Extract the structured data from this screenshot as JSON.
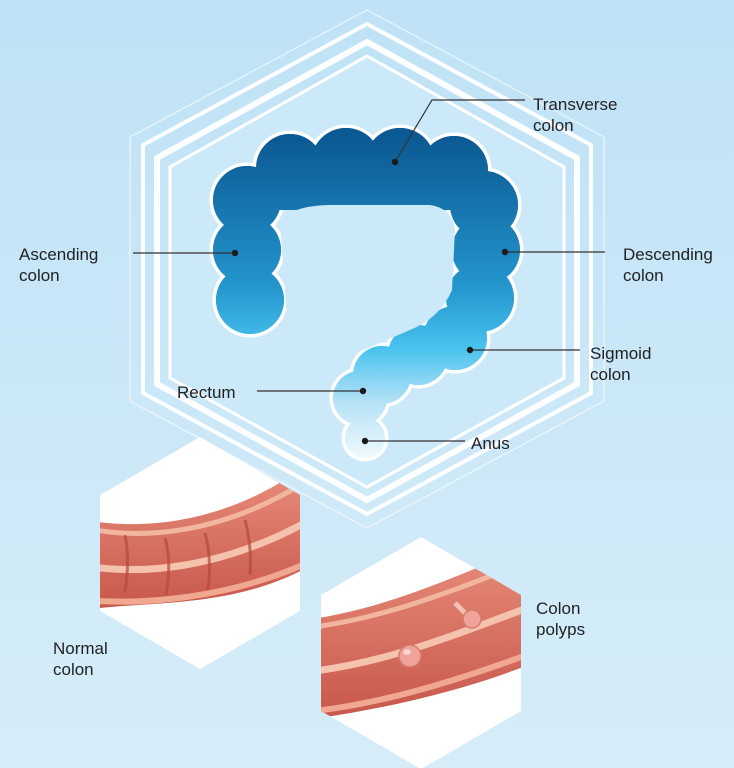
{
  "colors": {
    "background": "#c8e7f7",
    "colon_dark": "#0d5d96",
    "colon_mid": "#2fa7dd",
    "colon_light": "#e6f5fc",
    "tissue": "#e58472",
    "polyp": "#f0a39a"
  },
  "labels": {
    "transverse": {
      "line1": "Transverse",
      "line2": "colon"
    },
    "ascending": {
      "line1": "Ascending",
      "line2": "colon"
    },
    "descending": {
      "line1": "Descending",
      "line2": "colon"
    },
    "sigmoid": {
      "line1": "Sigmoid",
      "line2": "colon"
    },
    "rectum": {
      "line1": "Rectum"
    },
    "anus": {
      "line1": "Anus"
    }
  },
  "insets": {
    "normal": {
      "line1": "Normal",
      "line2": "colon"
    },
    "polyps": {
      "line1": "Colon",
      "line2": "polyps"
    }
  }
}
